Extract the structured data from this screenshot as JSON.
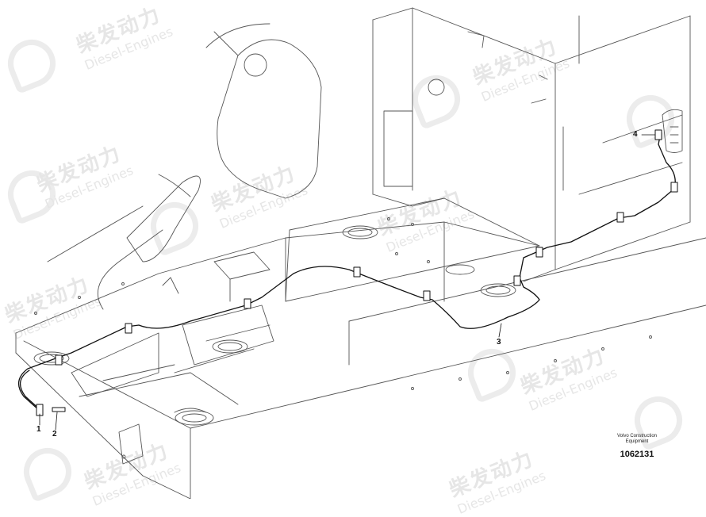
{
  "watermark": {
    "brand_cn": "柴发动力",
    "brand_en": "Diesel-Engines"
  },
  "callouts": [
    {
      "id": "1",
      "label": "1"
    },
    {
      "id": "2",
      "label": "2"
    },
    {
      "id": "3",
      "label": "3"
    },
    {
      "id": "4",
      "label": "4"
    }
  ],
  "footer": {
    "line1": "Volvo Construction",
    "line2": "Equipment",
    "drawing_number": "1062131"
  }
}
